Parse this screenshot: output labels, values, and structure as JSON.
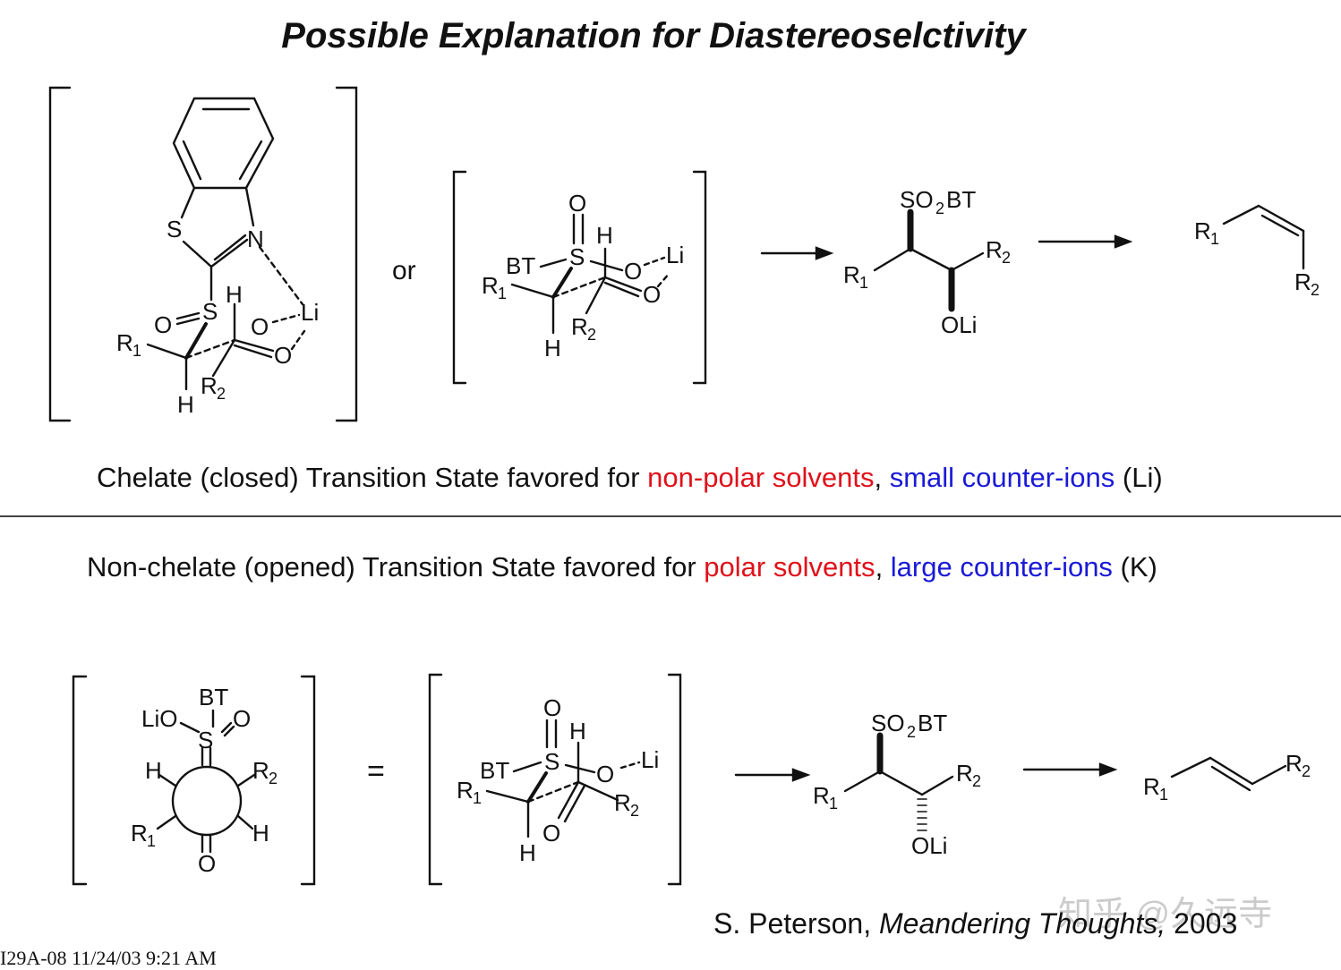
{
  "title": "Possible Explanation for Diastereoselctivity",
  "chelate_caption": {
    "prefix": "Chelate (closed) Transition State favored for ",
    "solvent": "non-polar solvents",
    "comma": ", ",
    "ion": "small counter-ions",
    "suffix": " (Li)"
  },
  "nonchelate_caption": {
    "prefix": "Non-chelate (opened) Transition State favored for ",
    "solvent": "polar solvents",
    "comma": ", ",
    "ion": "large counter-ions",
    "suffix": " (K)"
  },
  "or_label": "or",
  "equals_label": "=",
  "atoms": {
    "S": "S",
    "N": "N",
    "O": "O",
    "H": "H",
    "Li": "Li",
    "R": "R",
    "BT": "BT",
    "LiO": "LiO",
    "SO": "SO",
    "OLi": "OLi",
    "sub1": "1",
    "sub2": "2"
  },
  "credit": {
    "author": "S. Peterson, ",
    "work": "Meandering Thoughts,",
    "year": " 2003"
  },
  "footer": "I29A-08  11/24/03  9:21 AM",
  "watermark": "知乎 @久远寺",
  "colors": {
    "accent_red": "#e0101a",
    "accent_blue": "#1a1ad8",
    "ink": "#111111"
  }
}
